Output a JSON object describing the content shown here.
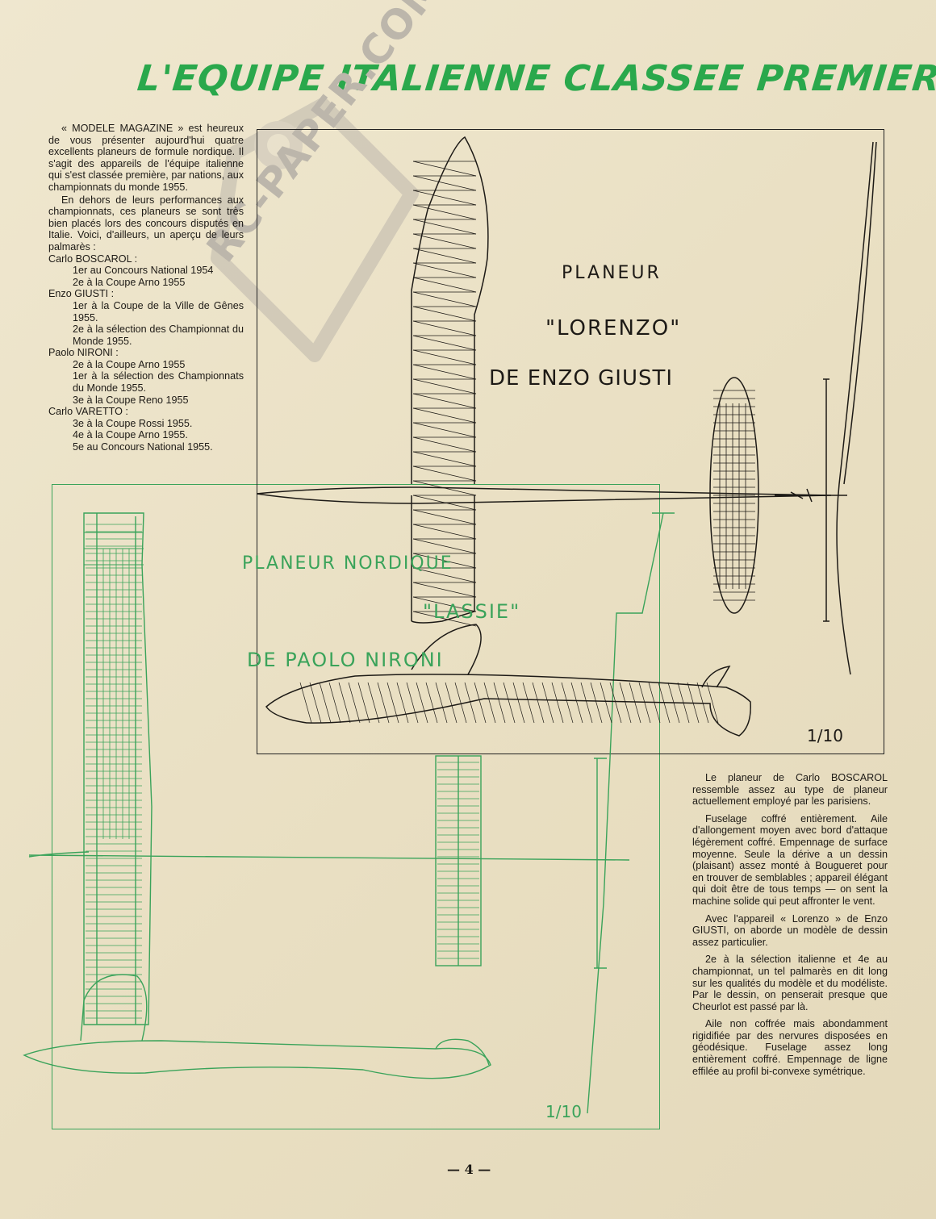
{
  "title": "L'EQUIPE ITALIENNE CLASSEE PREMIERE",
  "intro": {
    "p1": "« MODELE MAGAZINE » est heureux de vous présenter aujourd'hui quatre excellents planeurs de formule nordique. Il s'agit des appareils de l'équipe italienne qui s'est classée première, par nations, aux championnats du monde 1955.",
    "p2": "En dehors de leurs performances aux championnats, ces planeurs se sont très bien placés lors des concours disputés en Italie. Voici, d'ailleurs, un aperçu de leurs palmarès :"
  },
  "palmares": [
    {
      "name": "Carlo BOSCAROL :",
      "entries": [
        "1er au Concours National 1954",
        "2e à la Coupe Arno 1955"
      ]
    },
    {
      "name": "Enzo GIUSTI :",
      "entries": [
        "1er à la Coupe de la Ville de Gênes 1955.",
        "2e à la sélection des Championnat du Monde 1955."
      ]
    },
    {
      "name": "Paolo NIRONI :",
      "entries": [
        "2e à la Coupe Arno 1955",
        "1er à la sélection des Championnats du Monde 1955.",
        "3e à la Coupe Reno 1955"
      ]
    },
    {
      "name": "Carlo VARETTO :",
      "entries": [
        "3e à la Coupe Rossi 1955.",
        "4e à la Coupe Arno 1955.",
        "5e au Concours National 1955."
      ]
    }
  ],
  "watermark": "RC-PAPER.COM",
  "plan_lorenzo": {
    "line1": "PLANEUR",
    "line2": "\"LORENZO\"",
    "line3": "DE ENZO GIUSTI",
    "scale": "1/10"
  },
  "plan_lassie": {
    "line1": "PLANEUR NORDIQUE",
    "line2": "\"LASSIE\"",
    "line3": "DE PAOLO NIRONI",
    "scale": "1/10"
  },
  "article": {
    "p1": "Le planeur de Carlo BOSCAROL ressemble assez au type de planeur actuellement employé par les parisiens.",
    "p2": "Fuselage coffré entièrement. Aile d'allongement moyen avec bord d'attaque légèrement coffré. Empennage de surface moyenne. Seule la dérive a un dessin (plaisant) assez monté à Bougueret pour en trouver de semblables ; appareil élégant qui doit être de tous temps — on sent la machine solide qui peut affronter le vent.",
    "p3": "Avec l'appareil « Lorenzo » de Enzo GIUSTI, on aborde un modèle de dessin assez particulier.",
    "p4": "2e à la sélection italienne et 4e au championnat, un tel palmarès en dit long sur les qualités du modèle et du modéliste. Par le dessin, on penserait presque que Cheurlot est passé par là.",
    "p5": "Aile non coffrée mais abondamment rigidifiée par des nervures disposées en géodésique. Fuselage assez long entièrement coffré. Empennage de ligne effilée au profil bi-convexe symétrique."
  },
  "folio": "— 4 —",
  "colors": {
    "green": "#3aa35a",
    "title_green": "#2aa84c",
    "ink": "#1d1a16",
    "paper": "#ece3c8"
  }
}
